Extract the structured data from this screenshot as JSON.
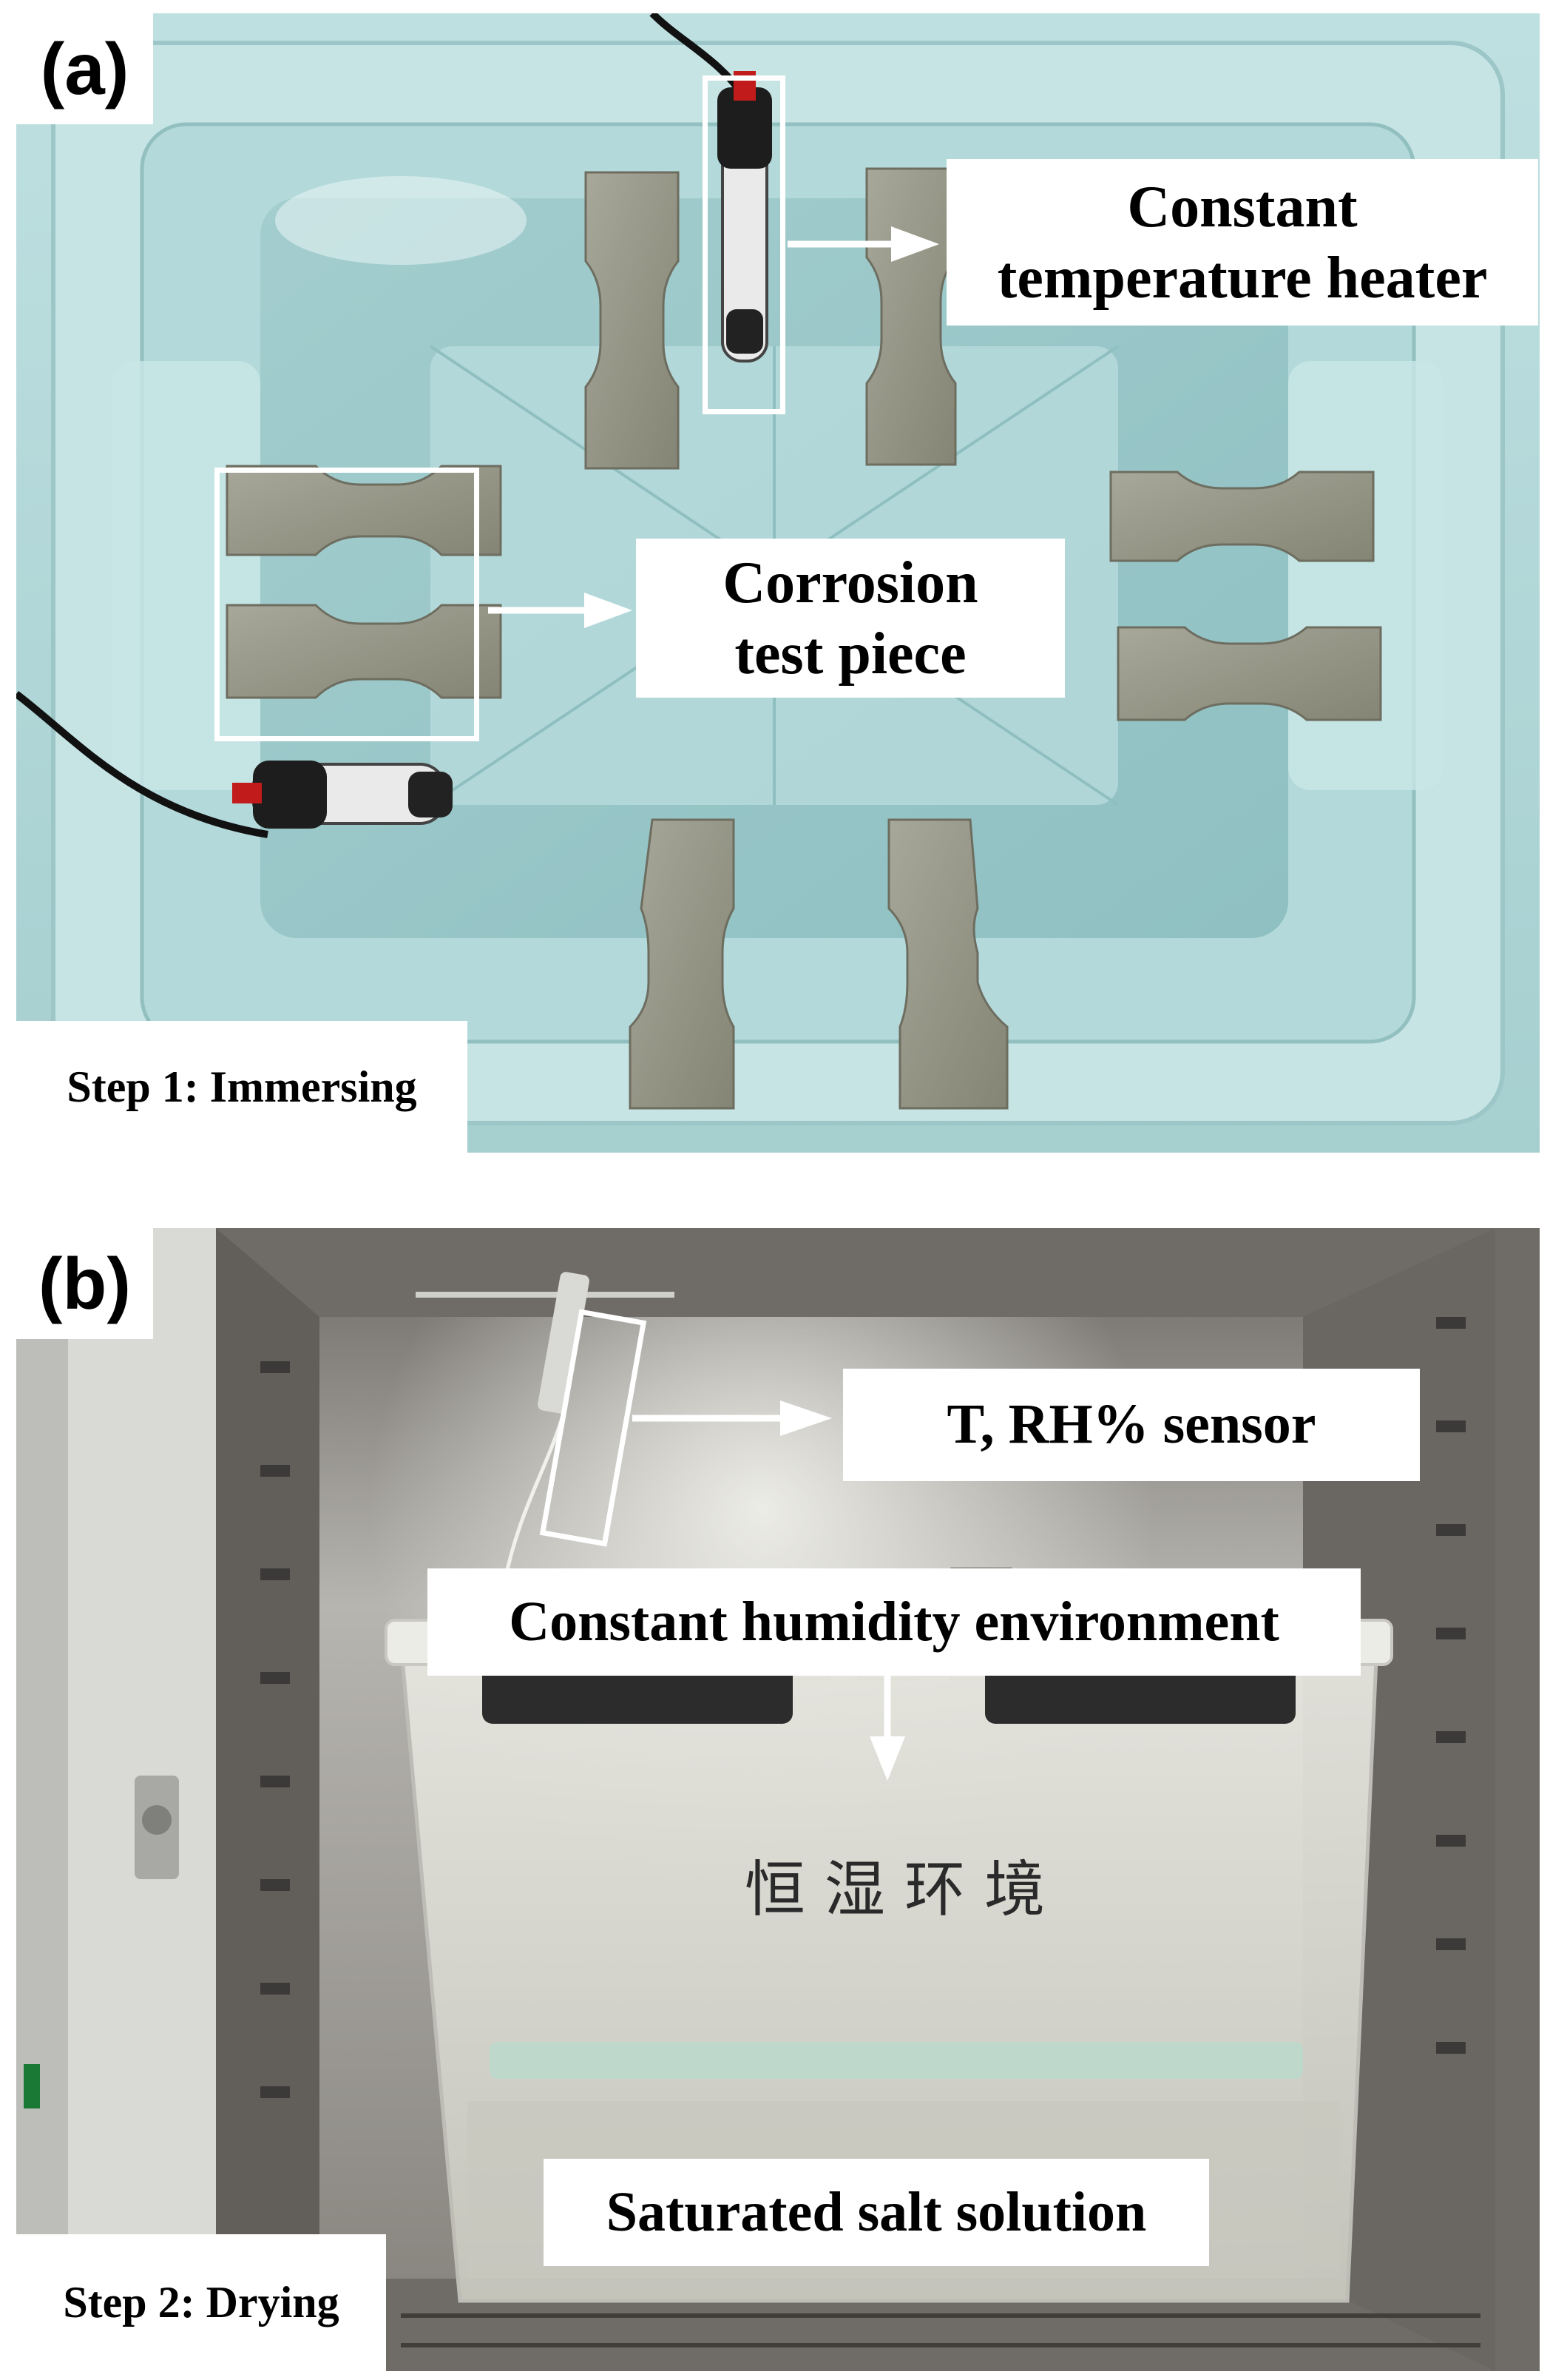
{
  "panel_a": {
    "label": "(a)",
    "heater_label_line1": "Constant",
    "heater_label_line2": "temperature heater",
    "specimen_label_line1": "Corrosion",
    "specimen_label_line2": "test piece",
    "step": "Step 1: Immersing"
  },
  "panel_b": {
    "label": "(b)",
    "sensor_label": "T, RH% sensor",
    "humidity_label": "Constant humidity environment",
    "handwriting": "恒 湿 环 境",
    "salt_label": "Saturated salt solution",
    "step": "Step 2: Drying"
  },
  "colors": {
    "tub_water": "#a9d2d3",
    "tub_rim": "#cfe6e6",
    "specimen": "#9a9a8c",
    "chamber_steel": "#8f8c86",
    "box_plastic": "#dcdcd4",
    "callout_bg": "#ffffff",
    "highlight": "#ffffff"
  }
}
